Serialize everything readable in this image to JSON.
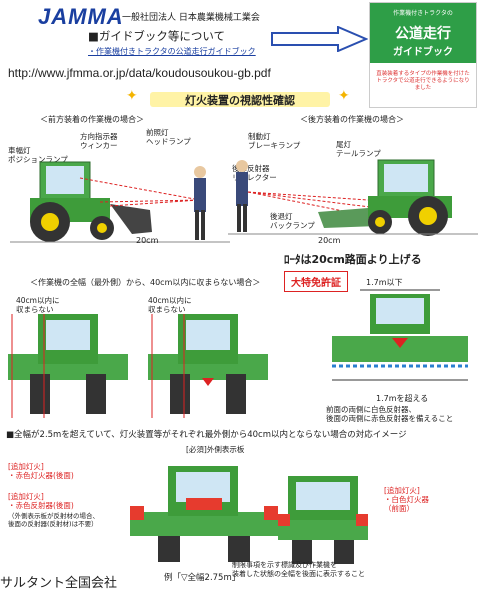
{
  "header": {
    "logo": "JAMMA",
    "org_name": "一般社団法人 日本農業機械工業会",
    "guide_title": "■ガイドブック等について",
    "guide_link": "・作業機付きトラクタの公道走行ガイドブック",
    "url": "http://www.jfmma.or.jp/data/koudousoukou-gb.pdf"
  },
  "booklet": {
    "small_top": "作業機付きトラクタの",
    "title_line1": "公道走行",
    "title_line2": "ガイドブック",
    "subtitle": "直装装着するタイプの作業機を付けたトラクタで公道走行できるようになりました"
  },
  "banner": {
    "title": "灯火装置の視認性確認"
  },
  "front": {
    "heading": "＜前方装着の作業機の場合＞",
    "label_width_lamp_1": "車幅灯",
    "label_width_lamp_2": "ポジションランプ",
    "label_turn_1": "方向指示器",
    "label_turn_2": "ウィンカー",
    "label_head_1": "前照灯",
    "label_head_2": "ヘッドランプ",
    "dim": "20cm"
  },
  "rear": {
    "heading": "＜後方装着の作業機の場合＞",
    "label_brake_1": "制動灯",
    "label_brake_2": "ブレーキランプ",
    "label_tail_1": "尾灯",
    "label_tail_2": "テールランプ",
    "label_reflector_1": "後部反射器",
    "label_reflector_2": "リフレクター",
    "label_back_1": "後退灯",
    "label_back_2": "バックランプ",
    "dim": "20cm",
    "note": "ﾛｰﾀは20cm路面より上げる"
  },
  "width_section": {
    "heading": "＜作業機の全幅（最外側）から、40cm以内に収まらない場合＞",
    "lbl_a1": "40cm以内に",
    "lbl_a2": "収まらない",
    "lbl_b1": "40cm以内に",
    "lbl_b2": "収まらない",
    "stamp": "大特免許証",
    "top_dim": "1.7m以下",
    "bottom_dim": "1.7mを超える",
    "note1": "前面の両側に白色反射器、",
    "note2": "後面の両側に赤色反射器を備えること"
  },
  "section3": {
    "heading": "■全幅が2.5mを超えていて、灯火装置等がそれぞれ最外側から40cm以内とならない場合の対応イメージ",
    "sign": "[必須]外側表示板",
    "add1_title": "[追加灯火]",
    "add1_text": "・赤色灯火器(後面)",
    "add2_title": "[追加灯火]",
    "add2_text": "・赤色反射器(後面)",
    "add2_note1": "（外側表示板が反射材の場合、",
    "add2_note2": "後面の反射器(反射材)は不要）",
    "add3_title": "[追加灯火]",
    "add3_text1": "・白色灯火器",
    "add3_text2": "（前面）",
    "example": "例「▽全幅2.75m」",
    "sign_note1": "制限事項を示す標識及び作業機を",
    "sign_note2": "装着した状態の全幅を後面に表示すること"
  },
  "footer": {
    "text": "サルタント全国会社"
  },
  "colors": {
    "tractor": "#3e9c3a",
    "lamp": "#f4b400",
    "sign": "#e63b2e",
    "accent": "#1a3fa0"
  }
}
